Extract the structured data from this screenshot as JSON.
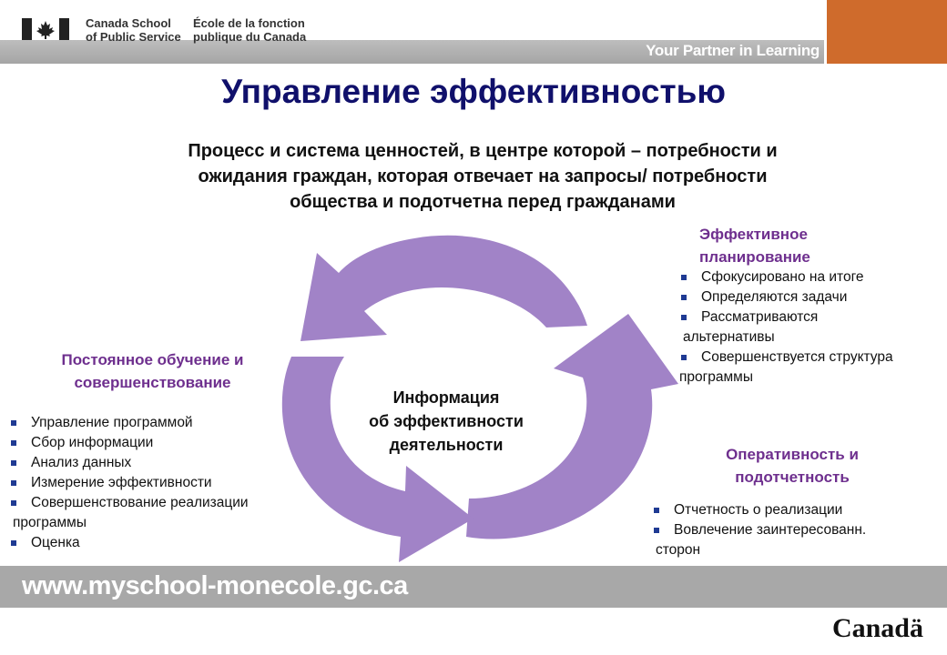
{
  "header": {
    "org_en_line1": "Canada School",
    "org_en_line2": "of Public Service",
    "org_fr_line1": "École de la fonction",
    "org_fr_line2": "publique du Canada",
    "tagline": "Your Partner in Learning",
    "colors": {
      "orange": "#cf6b2c",
      "gray": "#a8a8a8"
    }
  },
  "title": "Управление эффективностью",
  "subtitle": {
    "line1": "Процесс и система ценностей, в центре которой – потребности и",
    "line2": "ожидания граждан, которая отвечает на запросы/ потребности",
    "line3": "общества и подотчетна перед гражданами"
  },
  "center": {
    "line1": "Информация",
    "line2": "об эффективности",
    "line3": "деятельности"
  },
  "planning": {
    "heading1": "Эффективное",
    "heading2": "планирование",
    "items": [
      "Сфокусировано на итоге",
      "Определяются задачи",
      "Рассматриваются"
    ],
    "item3_cont": "альтернативы",
    "item4": "Совершенствуется структура",
    "item4_cont": "программы"
  },
  "learning": {
    "heading1": "Постоянное обучение и",
    "heading2": "совершенствование",
    "items": [
      "Управление программой",
      "Сбор информации",
      "Анализ данных",
      "Измерение эффективности",
      "Совершенствование реализации"
    ],
    "item5_cont": "программы",
    "item6": "Оценка"
  },
  "accountability": {
    "heading1": "Оперативность и",
    "heading2": "подотчетность",
    "item1": "Отчетность о реализации",
    "item2": "Вовлечение заинтересованн.",
    "item2_cont": "сторон"
  },
  "footer": {
    "url": "www.myschool-monecole.gc.ca",
    "wordmark": "Canadä"
  },
  "colors": {
    "arrow": "#a183c7",
    "heading": "#6e2f8e",
    "title": "#10106b",
    "bullet": "#1f3a93"
  }
}
